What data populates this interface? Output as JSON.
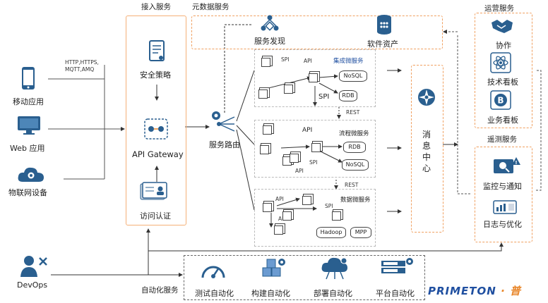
{
  "sections": {
    "access": "接入服务",
    "metadata": "元数据服务",
    "operations": "运营服务",
    "telemetry": "遥测服务",
    "automation": "自动化服务"
  },
  "clients": [
    {
      "label": "移动应用",
      "icon": "mobile-phone-icon"
    },
    {
      "label": "Web 应用",
      "icon": "monitor-icon"
    },
    {
      "label": "物联网设备",
      "icon": "cloud-gear-icon"
    }
  ],
  "protocols": {
    "line1": "HTTP,HTTPS,",
    "line2": "MQTT,AMQ"
  },
  "gateway": {
    "security": "安全策略",
    "api_gateway": "API Gateway",
    "auth": "访问认证"
  },
  "routing": "服务路由",
  "metadata_items": {
    "discovery": "服务发现",
    "assets": "软件资产"
  },
  "microservices": {
    "integration": {
      "title": "集成微服务",
      "api": "API",
      "spi": "SPI",
      "spi2": "SPI",
      "db1": "NoSQL",
      "db2": "RDB"
    },
    "flow": {
      "title": "流程微服务",
      "api": "API",
      "api2": "API",
      "spi": "SPI",
      "db1": "RDB",
      "db2": "NoSQL"
    },
    "data": {
      "title": "数据微服务",
      "api": "API",
      "api2": "API",
      "spi": "SPI",
      "db1": "Hadoop",
      "db2": "MPP"
    },
    "rest1": "REST",
    "rest2": "REST"
  },
  "message_center": [
    "消",
    "息",
    "中",
    "心"
  ],
  "operations_items": [
    "协作",
    "技术看板",
    "业务看板"
  ],
  "telemetry_items": [
    "监控与通知",
    "日志与优化"
  ],
  "devops": "DevOps",
  "automation_items": [
    "测试自动化",
    "构建自动化",
    "部署自动化",
    "平台自动化"
  ],
  "brand": {
    "name": "PRIMETON",
    "suffix": "· 普"
  }
}
